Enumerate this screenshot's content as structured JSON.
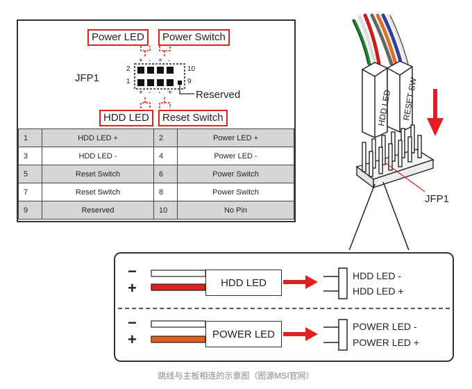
{
  "jfp": {
    "header_label": "JFP1",
    "power_led": "Power LED",
    "power_switch": "Power Switch",
    "hdd_led": "HDD LED",
    "reset_switch": "Reset Switch",
    "reserved": "Reserved",
    "pin_num_2": "2",
    "pin_num_1": "1",
    "pin_num_10": "10",
    "pin_num_9": "9",
    "plus": "+",
    "minus": "-"
  },
  "table": {
    "rows": [
      [
        "1",
        "HDD LED +",
        "2",
        "Power LED +"
      ],
      [
        "3",
        "HDD LED -",
        "4",
        "Power LED -"
      ],
      [
        "5",
        "Reset Switch",
        "6",
        "Power Switch"
      ],
      [
        "7",
        "Reset Switch",
        "8",
        "Power Switch"
      ],
      [
        "9",
        "Reserved",
        "10",
        "No Pin"
      ]
    ]
  },
  "connector": {
    "cable_left": "HDD LED",
    "cable_right": "RESET SW",
    "header_label": "JFP1"
  },
  "wiring": {
    "minus": "−",
    "plus": "+",
    "hdd_box": "HDD LED",
    "power_box": "POWER LED",
    "hdd_minus": "HDD LED -",
    "hdd_plus": "HDD LED +",
    "power_minus": "POWER LED -",
    "power_plus": "POWER LED +",
    "hdd_wire_color": "#e02020",
    "power_wire_color": "#e06020"
  },
  "caption": "跳线与主板相连的示意图（图源MSI官网）"
}
